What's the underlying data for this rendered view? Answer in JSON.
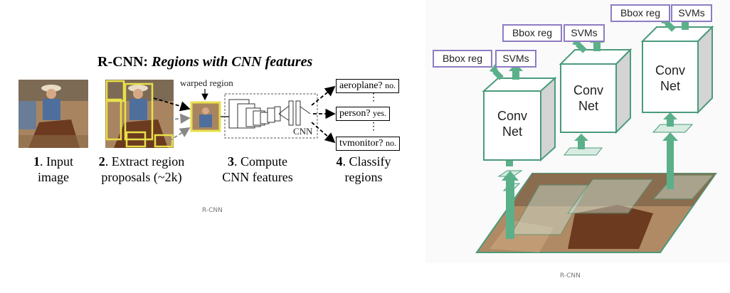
{
  "left": {
    "title_prefix": "R-CNN: ",
    "title_italic": "Regions with CNN features",
    "warped_label": "warped region",
    "cnn_label": "CNN",
    "classes": [
      {
        "label": "aeroplane?",
        "answer": "no."
      },
      {
        "label": "person?",
        "answer": "yes."
      },
      {
        "label": "tvmonitor?",
        "answer": "no."
      }
    ],
    "steps": [
      {
        "num": "1",
        "line1": ". Input",
        "line2": "image"
      },
      {
        "num": "2",
        "line1": ". Extract region",
        "line2": "proposals (~2k)"
      },
      {
        "num": "3",
        "line1": ". Compute",
        "line2": "CNN features"
      },
      {
        "num": "4",
        "line1": ". Classify",
        "line2": "regions"
      }
    ],
    "caption": "R-CNN"
  },
  "right": {
    "columns": [
      {
        "bbox": "Bbox reg",
        "svms": "SVMs",
        "conv": "Conv",
        "net": "Net"
      },
      {
        "bbox": "Bbox reg",
        "svms": "SVMs",
        "conv": "Conv",
        "net": "Net"
      },
      {
        "bbox": "Bbox reg",
        "svms": "SVMs",
        "conv": "Conv",
        "net": "Net"
      }
    ],
    "caption": "R-CNN"
  },
  "colors": {
    "cube_stroke": "#4a9b7b",
    "arrow": "#5bb08a",
    "label_border": "#8e7cc3",
    "proposal_yellow": "#e8e04a"
  }
}
